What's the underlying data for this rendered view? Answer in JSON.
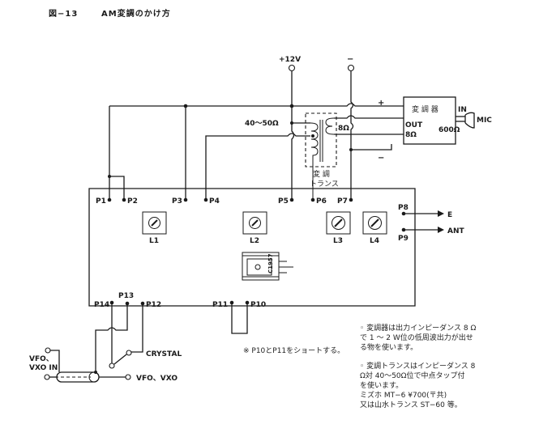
{
  "figure": {
    "number": "図−13",
    "title": "AM変調のかけ方"
  },
  "power": {
    "positive_label": "+12V",
    "negative_label": "−"
  },
  "modulator": {
    "label": "変 調 器",
    "plus": "+",
    "minus": "−",
    "out_label": "OUT",
    "out_impedance": "8Ω",
    "in_label": "IN",
    "in_impedance": "600Ω",
    "mic_label": "MIC"
  },
  "transformer": {
    "primary_impedance": "40〜50Ω",
    "secondary_impedance": "8Ω",
    "label_line1": "変 調",
    "label_line2": "トランス"
  },
  "board": {
    "pins": {
      "p1": "P1",
      "p2": "P2",
      "p3": "P3",
      "p4": "P4",
      "p5": "P5",
      "p6": "P6",
      "p7": "P7",
      "p8": "P8",
      "p9": "P9",
      "p10": "P10",
      "p11": "P11",
      "p12": "P12",
      "p13": "P13",
      "p14": "P14"
    },
    "coils": [
      "L1",
      "L2",
      "L3",
      "L4"
    ],
    "transistor": "C1957"
  },
  "outputs": {
    "e": "E",
    "ant": "ANT"
  },
  "oscillator": {
    "crystal": "CRYSTAL",
    "vfo_vxo": "VFO、VXO",
    "vfo_in_line1": "VFO、",
    "vfo_in_line2": "VXO IN"
  },
  "short_note": "※ P10とP11をショートする。",
  "notes": [
    {
      "lines": [
        "◦ 変調器は出力インピーダンス 8 Ω",
        "  で 1 〜 2 W位の低周波出力が出せ",
        "  る物を使います。"
      ]
    },
    {
      "lines": [
        "◦ 変調トランスはインピーダンス 8",
        "  Ω対 40〜50Ω位で中点タップ付",
        "  を使います。",
        "  ミズホ MT−6 ¥700(〒共)",
        "  又は山水トランス ST−60 等。"
      ]
    }
  ]
}
